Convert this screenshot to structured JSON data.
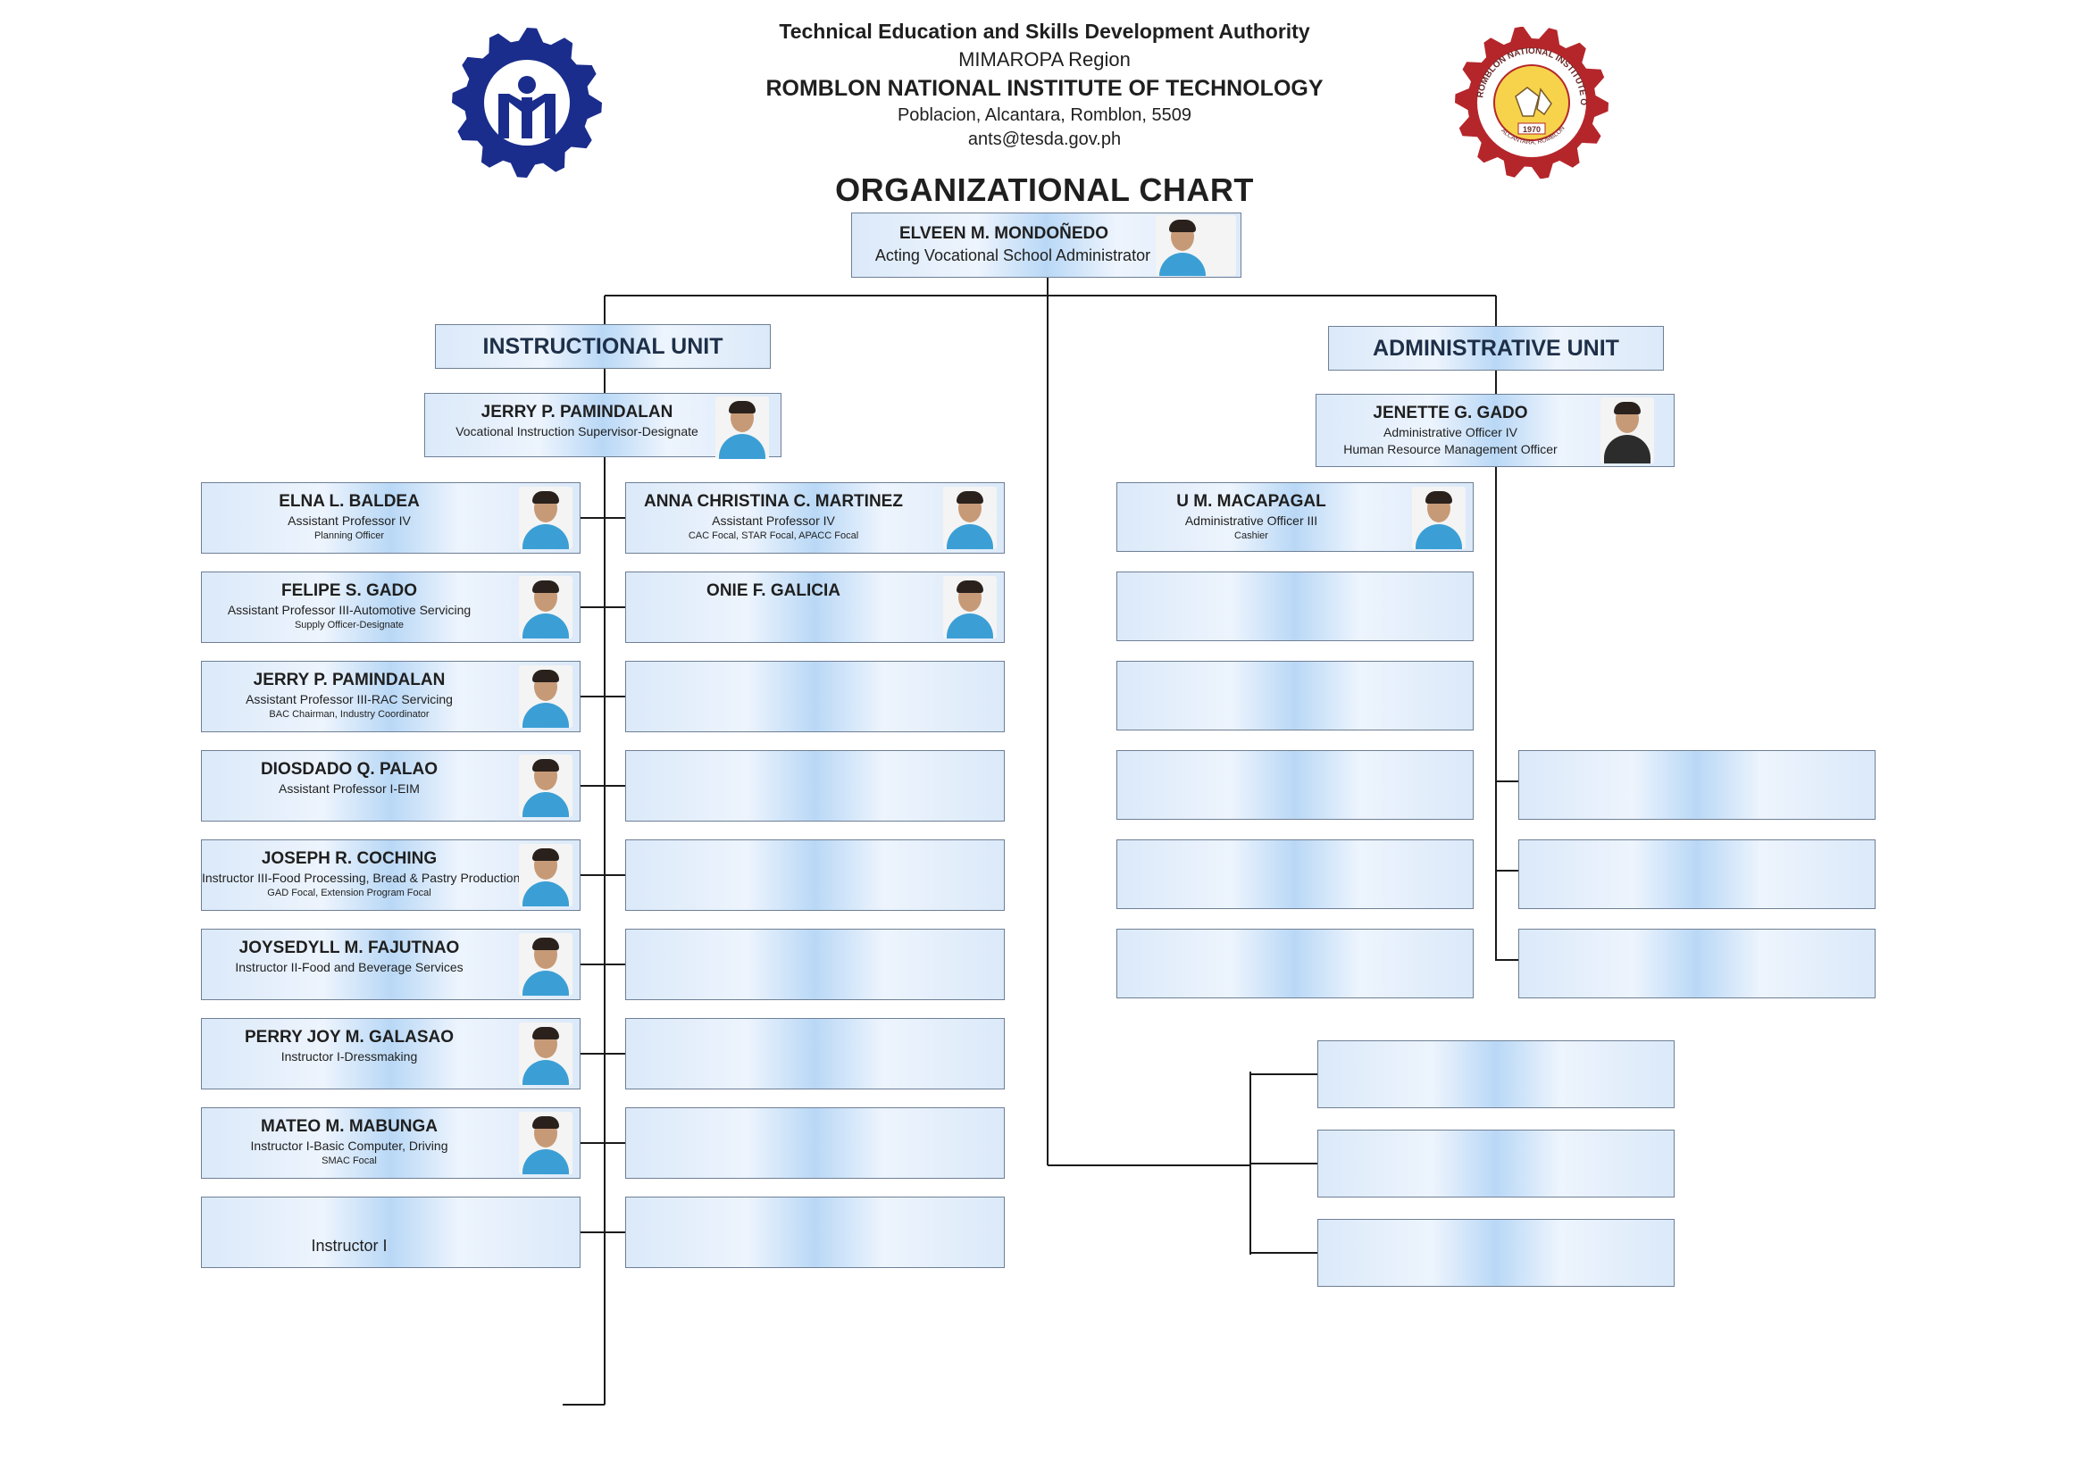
{
  "header": {
    "agency": "Technical Education and Skills Development Authority",
    "region": "MIMAROPA Region",
    "institute": "ROMBLON NATIONAL INSTITUTE OF TECHNOLOGY",
    "address": "Poblacion, Alcantara, Romblon, 5509",
    "email": "ants@tesda.gov.ph",
    "title": "ORGANIZATIONAL CHART"
  },
  "logos": {
    "left_color": "#1a2d8c",
    "right_color": "#b5262b",
    "right_ring_text": "ROMBLON NATIONAL INSTITUTE OF TECHNOLOGY",
    "right_year": "1970",
    "right_bottom_text": "ALCANTARA, ROMBLON"
  },
  "head": {
    "name": "ELVEEN M. MONDOÑEDO",
    "position": "Acting Vocational School Administrator"
  },
  "units": {
    "instructional": {
      "label": "INSTRUCTIONAL UNIT",
      "supervisor": {
        "name": "JERRY P. PAMINDALAN",
        "position": "Vocational Instruction Supervisor-Designate"
      },
      "left": [
        {
          "name": "ELNA L. BALDEA",
          "position": "Assistant Professor IV",
          "extra": "Planning Officer"
        },
        {
          "name": "FELIPE S. GADO",
          "position": "Assistant Professor III-Automotive Servicing",
          "extra": "Supply Officer-Designate"
        },
        {
          "name": "JERRY P. PAMINDALAN",
          "position": "Assistant Professor III-RAC Servicing",
          "extra": "BAC Chairman, Industry Coordinator"
        },
        {
          "name": "DIOSDADO Q. PALAO",
          "position": "Assistant Professor I-EIM",
          "extra": ""
        },
        {
          "name": "JOSEPH R. COCHING",
          "position": "Instructor III-Food Processing, Bread & Pastry Production",
          "extra": "GAD Focal, Extension Program Focal"
        },
        {
          "name": "JOYSEDYLL M. FAJUTNAO",
          "position": "Instructor II-Food and Beverage Services",
          "extra": ""
        },
        {
          "name": "PERRY JOY M. GALASAO",
          "position": "Instructor I-Dressmaking",
          "extra": ""
        },
        {
          "name": "MATEO M. MABUNGA",
          "position": "Instructor I-Basic Computer, Driving",
          "extra": "SMAC Focal"
        },
        {
          "name": "",
          "position": "Instructor I",
          "extra": ""
        }
      ],
      "right": [
        {
          "name": "ANNA CHRISTINA C. MARTINEZ",
          "position": "Assistant Professor IV",
          "extra": "CAC Focal, STAR Focal, APACC Focal"
        },
        {
          "name": "ONIE F. GALICIA",
          "position": "",
          "extra": ""
        },
        {
          "name": "",
          "position": "",
          "extra": ""
        },
        {
          "name": "",
          "position": "",
          "extra": ""
        },
        {
          "name": "",
          "position": "",
          "extra": ""
        },
        {
          "name": "",
          "position": "",
          "extra": ""
        },
        {
          "name": "",
          "position": "",
          "extra": ""
        },
        {
          "name": "",
          "position": "",
          "extra": ""
        },
        {
          "name": "",
          "position": "",
          "extra": ""
        }
      ]
    },
    "administrative": {
      "label": "ADMINISTRATIVE UNIT",
      "head": {
        "name": "JENETTE G. GADO",
        "position": "Administrative Officer IV",
        "extra": "Human Resource Management Officer"
      },
      "staff": [
        {
          "name": "U M. MACAPAGAL",
          "position": "Administrative Officer III",
          "extra": "Cashier"
        },
        {
          "name": "",
          "position": "",
          "extra": ""
        },
        {
          "name": "",
          "position": "",
          "extra": ""
        },
        {
          "name": "",
          "position": "",
          "extra": ""
        },
        {
          "name": "",
          "position": "",
          "extra": ""
        },
        {
          "name": "",
          "position": "",
          "extra": ""
        }
      ],
      "support": [
        {
          "name": "",
          "position": "",
          "extra": ""
        },
        {
          "name": "",
          "position": "",
          "extra": ""
        },
        {
          "name": "",
          "position": "",
          "extra": ""
        }
      ]
    },
    "ancillary": [
      {
        "name": "",
        "position": "",
        "extra": ""
      },
      {
        "name": "",
        "position": "",
        "extra": ""
      },
      {
        "name": "",
        "position": "",
        "extra": ""
      }
    ]
  }
}
